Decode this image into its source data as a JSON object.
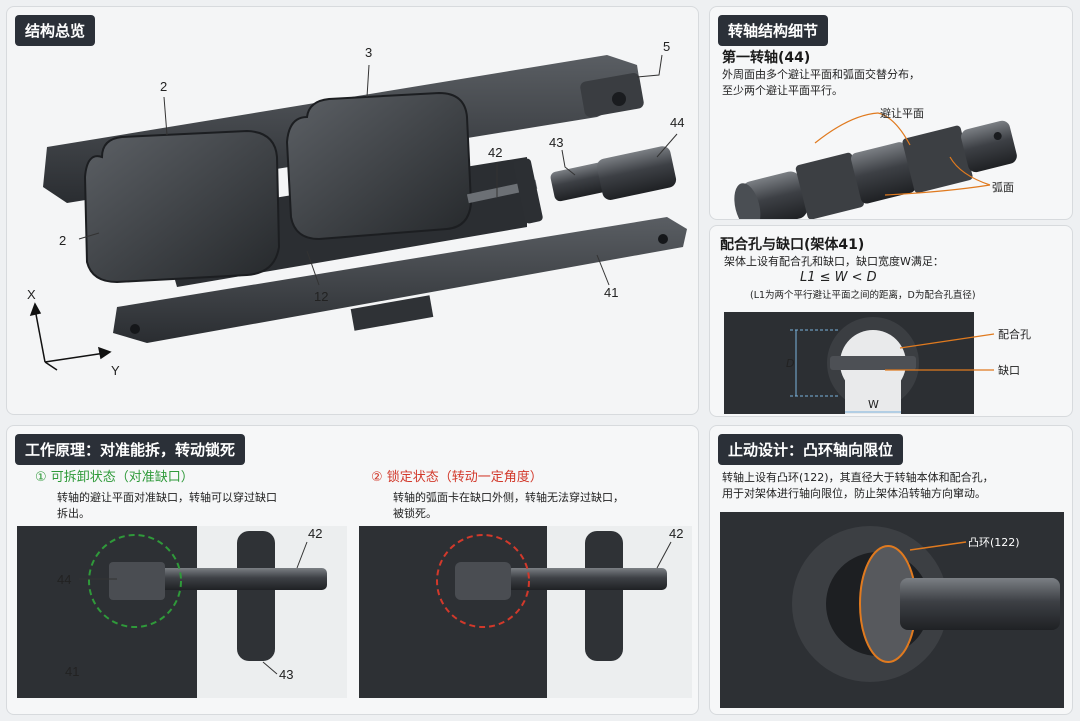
{
  "overview": {
    "title": "结构总览",
    "labels": {
      "p2a": "2",
      "p3": "3",
      "p5": "5",
      "p44": "44",
      "p43": "43",
      "p42": "42",
      "p2b": "2",
      "p12": "12",
      "p41": "41",
      "axis_x": "X",
      "axis_y": "Y"
    }
  },
  "shaft_detail": {
    "title": "转轴结构细节",
    "heading": "第一转轴(44)",
    "desc1": "外周面由多个避让平面和弧面交替分布，",
    "desc2": "至少两个避让平面平行。",
    "label_flat": "避让平面",
    "label_arc": "弧面"
  },
  "fit": {
    "heading": "配合孔与缺口(架体41)",
    "desc": "架体上设有配合孔和缺口，缺口宽度W满足：",
    "formula": "L1 ≤ W < D",
    "note": "(L1为两个平行避让平面之间的距离，D为配合孔直径)",
    "label_hole": "配合孔",
    "label_notch": "缺口",
    "label_d": "D",
    "label_w": "W"
  },
  "principle": {
    "title": "工作原理：对准能拆，转动锁死",
    "state1_title": "① 可拆卸状态（对准缺口）",
    "state1_desc1": "转轴的避让平面对准缺口，转轴可以穿过缺口",
    "state1_desc2": "拆出。",
    "state2_title": "② 锁定状态（转动一定角度）",
    "state2_desc1": "转轴的弧面卡在缺口外侧，转轴无法穿过缺口，",
    "state2_desc2": "被锁死。",
    "l44": "44",
    "l42a": "42",
    "l41": "41",
    "l43": "43",
    "l42b": "42",
    "colors": {
      "green": "#2f9a3a",
      "red": "#d2392b"
    }
  },
  "stop": {
    "title": "止动设计：凸环轴向限位",
    "desc1": "转轴上设有凸环(122)，其直径大于转轴本体和配合孔，",
    "desc2": "用于对架体进行轴向限位，防止架体沿转轴方向窜动。",
    "label_ring": "凸环(122)",
    "accent": "#e07a1f"
  }
}
